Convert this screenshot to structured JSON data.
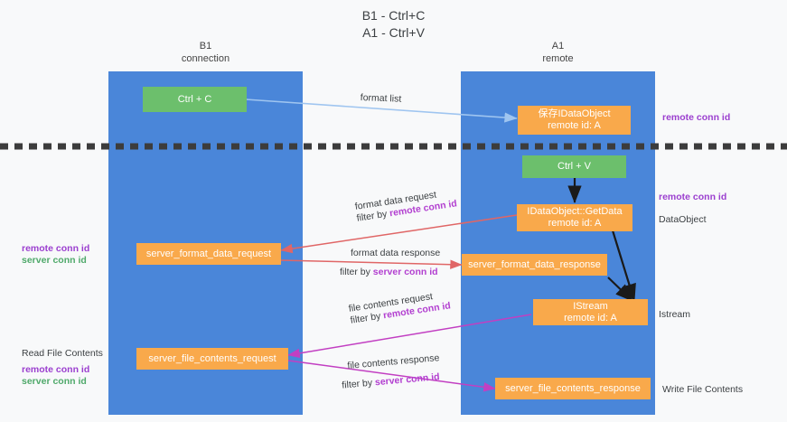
{
  "title": "B1 - Ctrl+C\nA1 - Ctrl+V",
  "colors": {
    "lane": "#4a86d9",
    "node_orange": "#f9a94b",
    "node_green": "#6cbf6c",
    "purple": "#9b3fcf",
    "green_text": "#4fa96a",
    "arrow_blue": "#9fc5f0",
    "arrow_red": "#e06666",
    "arrow_magenta": "#c23fc2",
    "arrow_black": "#1a1a1a",
    "background": "#f8f9fa"
  },
  "lanes": [
    {
      "id": "b1",
      "title": "B1\nconnection"
    },
    {
      "id": "a1",
      "title": "A1\nremote"
    }
  ],
  "nodes": {
    "ctrl_c": {
      "line1": "Ctrl + C",
      "line2": "",
      "style": "green"
    },
    "save_ido": {
      "line1": "保存IDataObject",
      "line2": "remote id: A",
      "style": "orange"
    },
    "ctrl_v": {
      "line1": "Ctrl + V",
      "line2": "",
      "style": "green"
    },
    "getdata": {
      "line1": "IDataObject::GetData",
      "line2": "remote id: A",
      "style": "orange"
    },
    "sfdreq": {
      "line1": "server_format_data_request",
      "line2": "",
      "style": "orange"
    },
    "sfdres": {
      "line1": "server_format_data_response",
      "line2": "",
      "style": "orange"
    },
    "istream": {
      "line1": "IStream",
      "line2": "remote id: A",
      "style": "orange"
    },
    "sfcreq": {
      "line1": "server_file_contents_request",
      "line2": "",
      "style": "orange"
    },
    "sfcres": {
      "line1": "server_file_contents_response",
      "line2": "",
      "style": "orange"
    }
  },
  "edge_labels": {
    "format_list": "format list",
    "fdr_l1": "format data request",
    "fdr_l2_pre": "filter by ",
    "fdr_l2_hl": "remote conn id",
    "fdres_l1": "format data response",
    "fdres_l2_pre": "filter by ",
    "fdres_l2_hl": "server conn id",
    "fcr_l1": "file contents request",
    "fcr_l2_pre": "filter by ",
    "fcr_l2_hl": "remote conn id",
    "fcres_l1": "file contents response",
    "fcres_l2_pre": "filter by ",
    "fcres_l2_hl": "server conn id"
  },
  "side_labels": {
    "right_top_remote": "remote conn id",
    "right_mid_remote": "remote conn id",
    "right_dataobject": "DataObject",
    "right_istream": "Istream",
    "right_write_file": "Write File Contents",
    "left_remote_1": "remote conn id",
    "left_server_1": "server conn id",
    "left_read_file": "Read File Contents",
    "left_remote_2": "remote conn id",
    "left_server_2": "server conn id"
  }
}
